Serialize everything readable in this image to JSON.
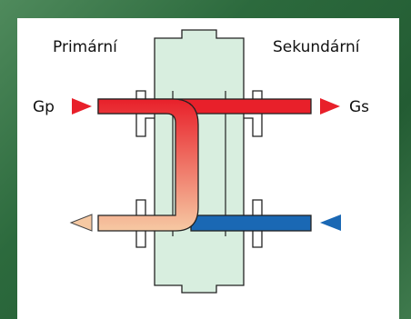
{
  "labels": {
    "primary": "Primární",
    "secondary": "Sekundární",
    "gp": "Gp",
    "gs": "Gs"
  },
  "colors": {
    "frame_green": "#2f6a40",
    "vessel_fill": "#d8eedf",
    "hot_pipe": "#e8202a",
    "cold_pipe": "#1a68b4",
    "return_pale": "#f6c9a3",
    "outline": "#222222"
  }
}
